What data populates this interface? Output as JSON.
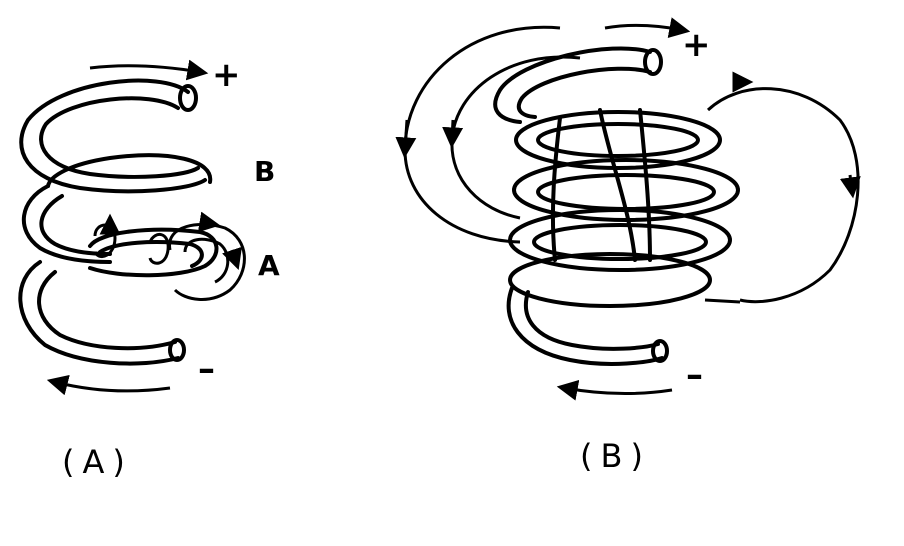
{
  "figure_a": {
    "label_b": "B",
    "label_a": "A",
    "plus": "+",
    "minus": "–",
    "caption": "(A)"
  },
  "figure_b": {
    "plus": "+",
    "minus": "–",
    "caption": "(B)"
  }
}
